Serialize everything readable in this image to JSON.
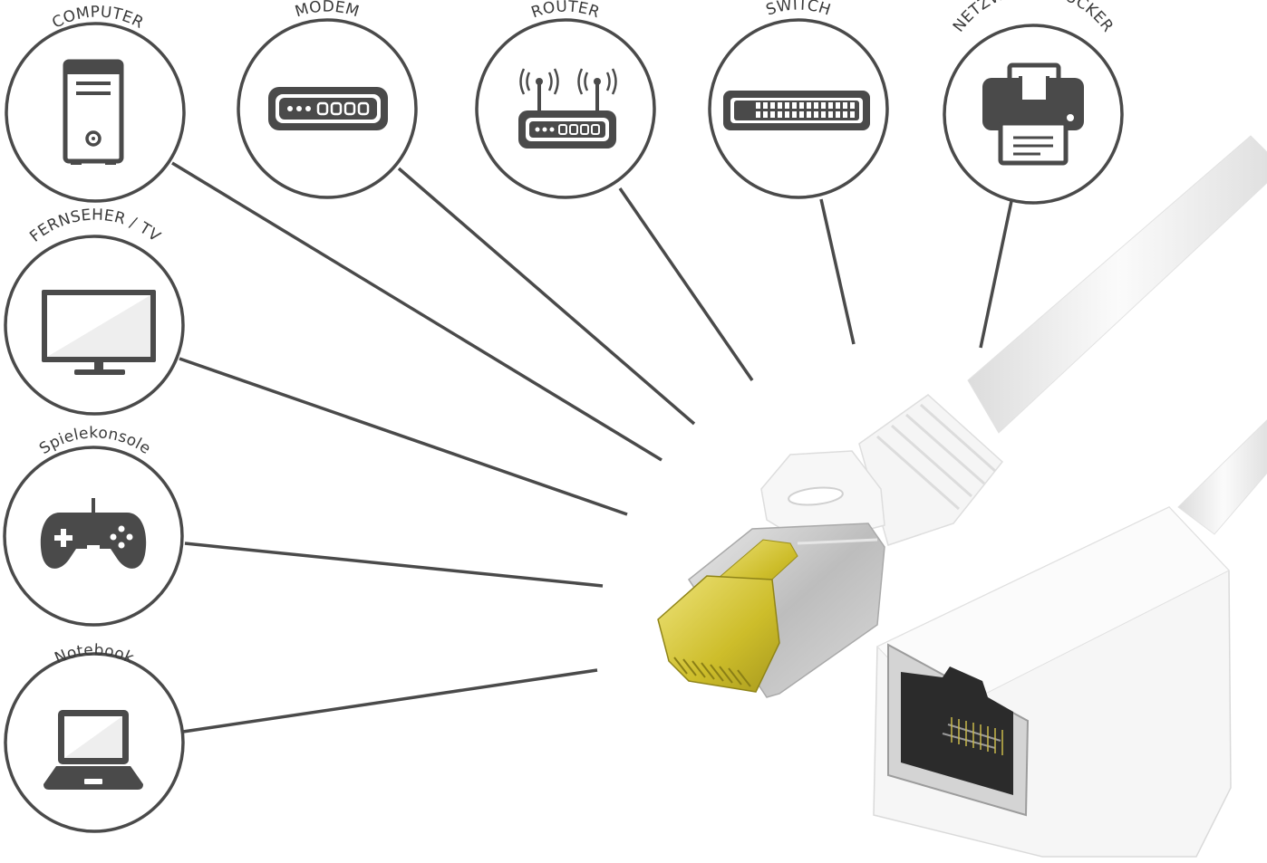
{
  "devices": {
    "computer": "COMPUTER",
    "modem": "MODEM",
    "router": "ROUTER",
    "switch": "SWITCH",
    "printer": "NETZWERK DRUCKER",
    "tv": "FERNSEHER / TV",
    "console": "Spielekonsole",
    "notebook": "Notebook"
  },
  "colors": {
    "icon": "#4a4a4a",
    "outline": "#3a3a3a",
    "cable": "#f2f2f2",
    "gold": "#d8c93a",
    "connector_shield": "#c9c9c9"
  }
}
